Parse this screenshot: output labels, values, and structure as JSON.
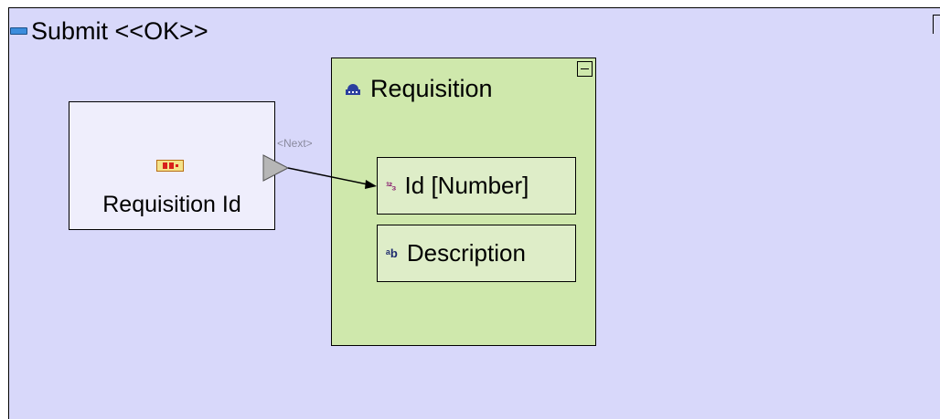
{
  "diagram": {
    "title": "Submit <<OK>>",
    "corner_toggle_glyph": "−",
    "source_node": {
      "label": "Requisition Id",
      "icon": "number-sequence-icon"
    },
    "connector": {
      "label": "<Next>"
    },
    "entity": {
      "title": "Requisition",
      "icon": "entity-icon",
      "fields": [
        {
          "label": "Id [Number]",
          "icon": "number-type-icon",
          "glyph": "¹²₃"
        },
        {
          "label": "Description",
          "icon": "text-type-icon",
          "glyph": "ᵃb"
        }
      ]
    },
    "colors": {
      "canvas": "#d8d8fa",
      "entity": "#cfe8ac",
      "field": "#deedc8",
      "source": "#efeefc"
    }
  }
}
